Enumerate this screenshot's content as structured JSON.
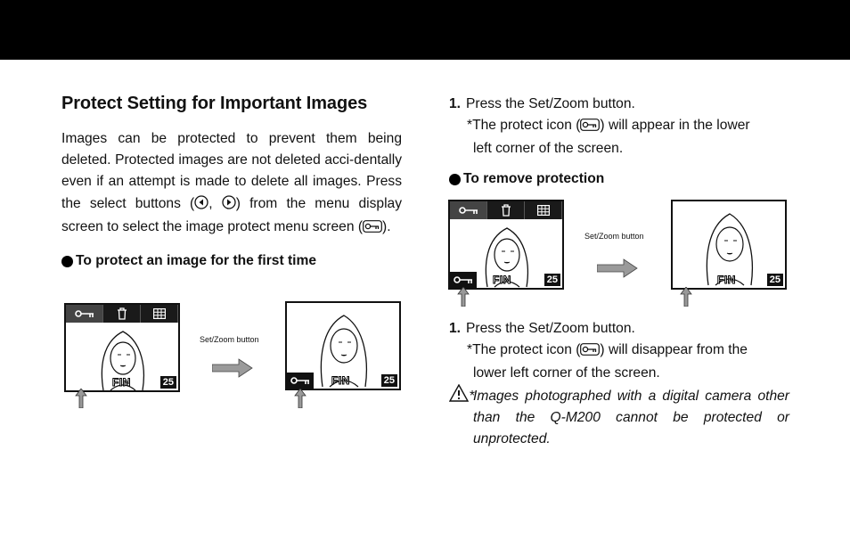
{
  "title": "Protect Setting for Important Images",
  "intro": {
    "p1": "Images can be protected to prevent them being deleted. Protected images are not deleted acci-dentally even if an attempt is made to delete all images. Press the select buttons (",
    "p2": ", ",
    "p3": ") from the menu display screen to select the image protect menu screen (",
    "p4": ")."
  },
  "section_protect": {
    "heading": "To protect an image for the first time",
    "caption": "Set/Zoom button"
  },
  "step1": {
    "number": "1.",
    "text": "Press the Set/Zoom button.",
    "note_a": "*The protect icon (",
    "note_b": ") will appear in the lower",
    "note_c": "left corner of the screen."
  },
  "section_remove": {
    "heading": "To remove protection",
    "caption": "Set/Zoom button"
  },
  "step2": {
    "number": "1.",
    "text": "Press the Set/Zoom button.",
    "note_a": "*The protect icon (",
    "note_b": ") will disappear from the",
    "note_c": "lower left corner of the screen."
  },
  "caution": {
    "star": "*",
    "text": "Images photographed with a digital camera other than the Q-M200 cannot be protected or unprotected."
  },
  "screens": {
    "count": "25",
    "fn": "FIN"
  },
  "icons": {
    "left_button": "left-arrow-button-icon",
    "right_button": "right-arrow-button-icon",
    "protect": "key-protect-icon",
    "delete": "trash-icon",
    "index": "grid-index-icon",
    "warning": "warning-triangle-icon"
  }
}
